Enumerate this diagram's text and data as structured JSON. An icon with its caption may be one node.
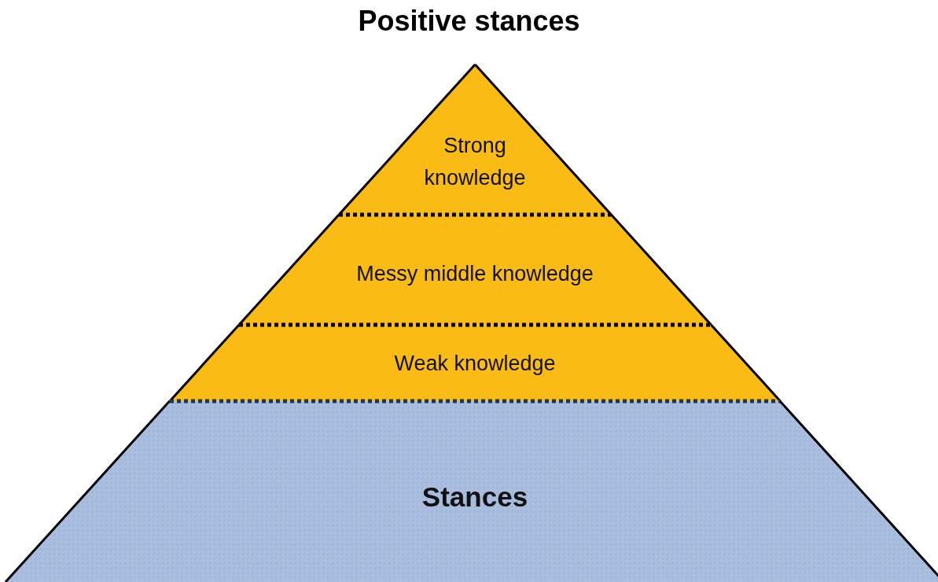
{
  "diagram": {
    "title": "Positive stances",
    "nodes": [
      {
        "text": [
          "Strong knowledge"
        ]
      },
      {
        "text": [
          "Messy middle knowledge"
        ]
      },
      {
        "text": [
          "Weak knowledge"
        ]
      },
      {
        "text": [
          "Stances"
        ]
      }
    ]
  }
}
